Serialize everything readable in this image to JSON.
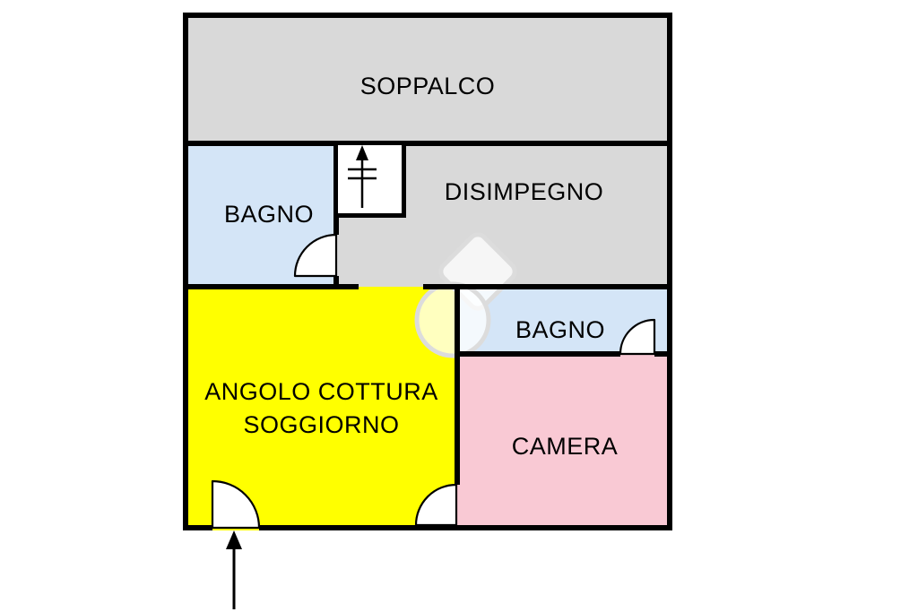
{
  "plan": {
    "background": "#ffffff",
    "wall_color": "#000000",
    "rooms": {
      "soppalco": {
        "label": "SOPPALCO",
        "color": "#d9d9d9"
      },
      "bagno1": {
        "label": "BAGNO",
        "color": "#d4e5f7"
      },
      "disimpegno": {
        "label": "DISIMPEGNO",
        "color": "#d9d9d9"
      },
      "soggiorno": {
        "label": "ANGOLO COTTURA\nSOGGIORNO",
        "color": "#ffff00"
      },
      "bagno2": {
        "label": "BAGNO",
        "color": "#d4e5f7"
      },
      "camera": {
        "label": "CAMERA",
        "color": "#f9c9d4"
      }
    },
    "icons": {
      "stairs": "stairs-icon",
      "entrance": "entrance-arrow-icon",
      "doors": "door-arc",
      "watermark": "watermark-icon"
    }
  }
}
